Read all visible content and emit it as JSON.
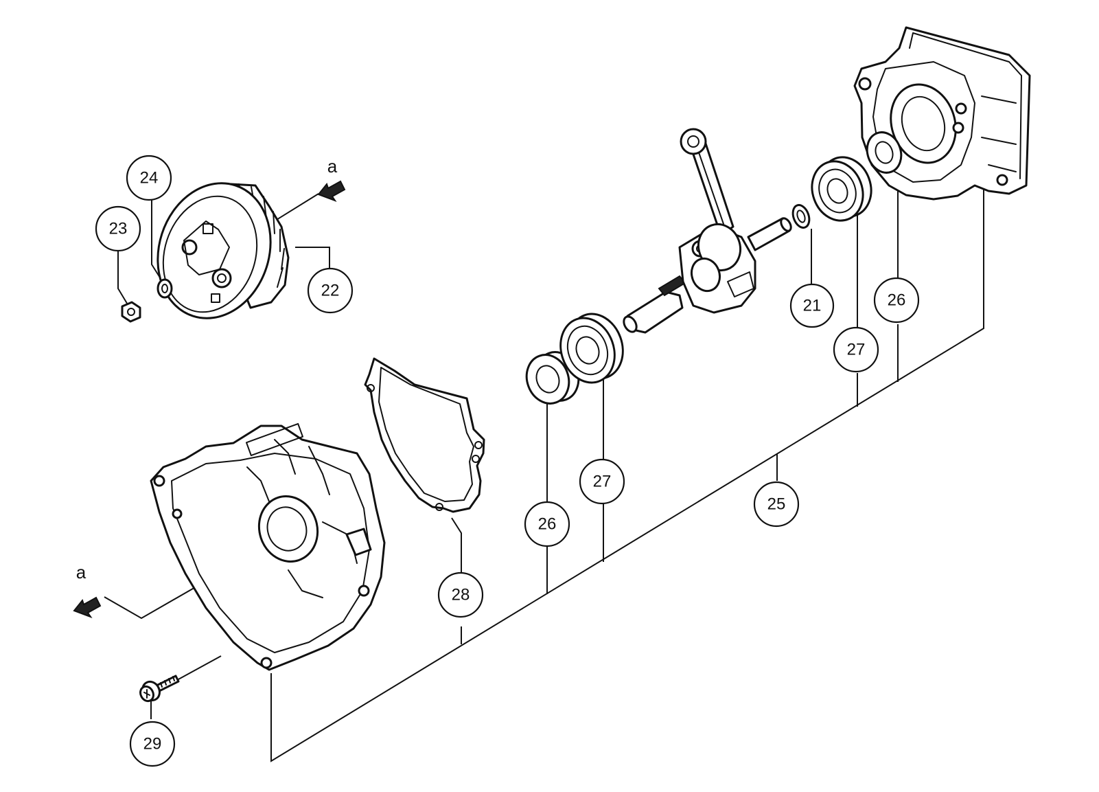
{
  "callouts": {
    "c21": "21",
    "c22": "22",
    "c23": "23",
    "c24": "24",
    "c25": "25",
    "c26_right": "26",
    "c26_left": "26",
    "c27_right": "27",
    "c27_left": "27",
    "c28": "28",
    "c29": "29"
  },
  "arrows": {
    "top_label": "a",
    "bottom_label": "a"
  }
}
